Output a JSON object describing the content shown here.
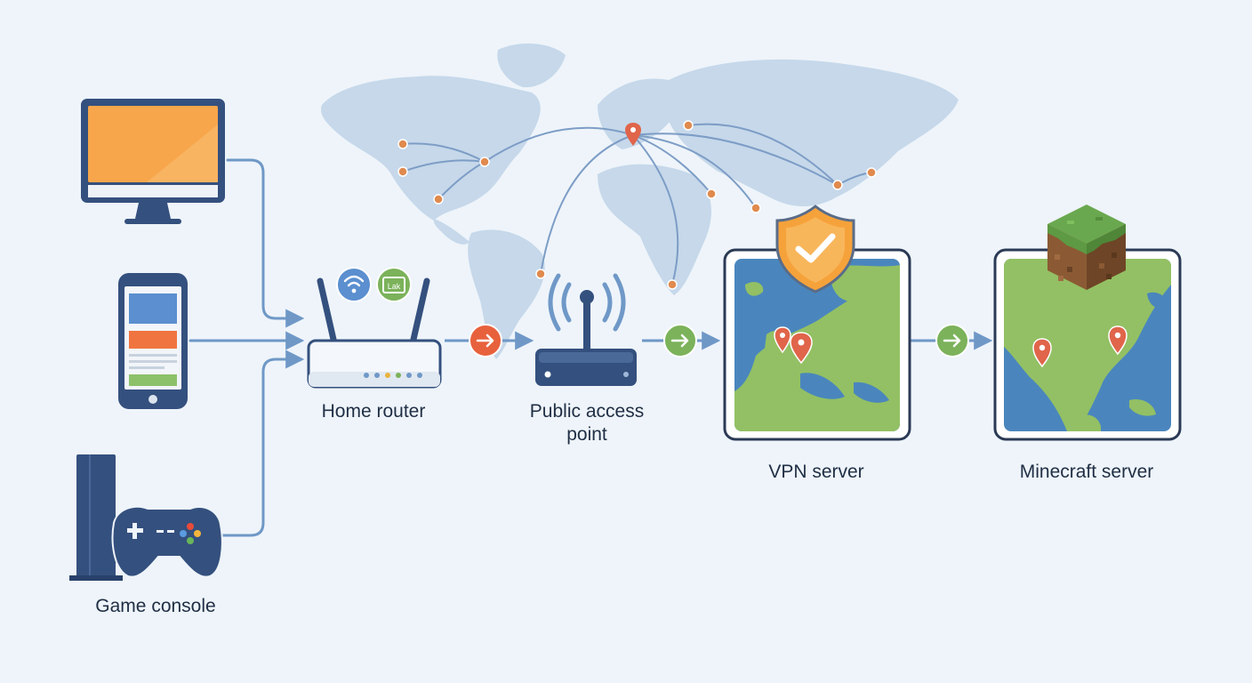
{
  "nodes": {
    "game_console": "Game console",
    "home_router": "Home router",
    "public_access_point_line1": "Public access",
    "public_access_point_line2": "point",
    "vpn_server": "VPN server",
    "minecraft_server": "Minecraft server"
  },
  "router_badges": {
    "wifi_icon": "wifi-icon",
    "lock_badge_text": "Lak"
  },
  "colors": {
    "background": "#eef4fa",
    "map_land": "#c6d8ea",
    "connector": "#6f98c7",
    "device_navy": "#34507e",
    "monitor_screen": "#f7a64b",
    "route_dot": "#e08a4e",
    "arrow_red": "#e8613d",
    "arrow_green": "#7bb25a",
    "shield_orange": "#f6a23b",
    "ocean": "#4a86bd",
    "land_green": "#93c064",
    "pin": "#e0654a",
    "grass": "#6aa84f",
    "dirt": "#8b5a34"
  }
}
